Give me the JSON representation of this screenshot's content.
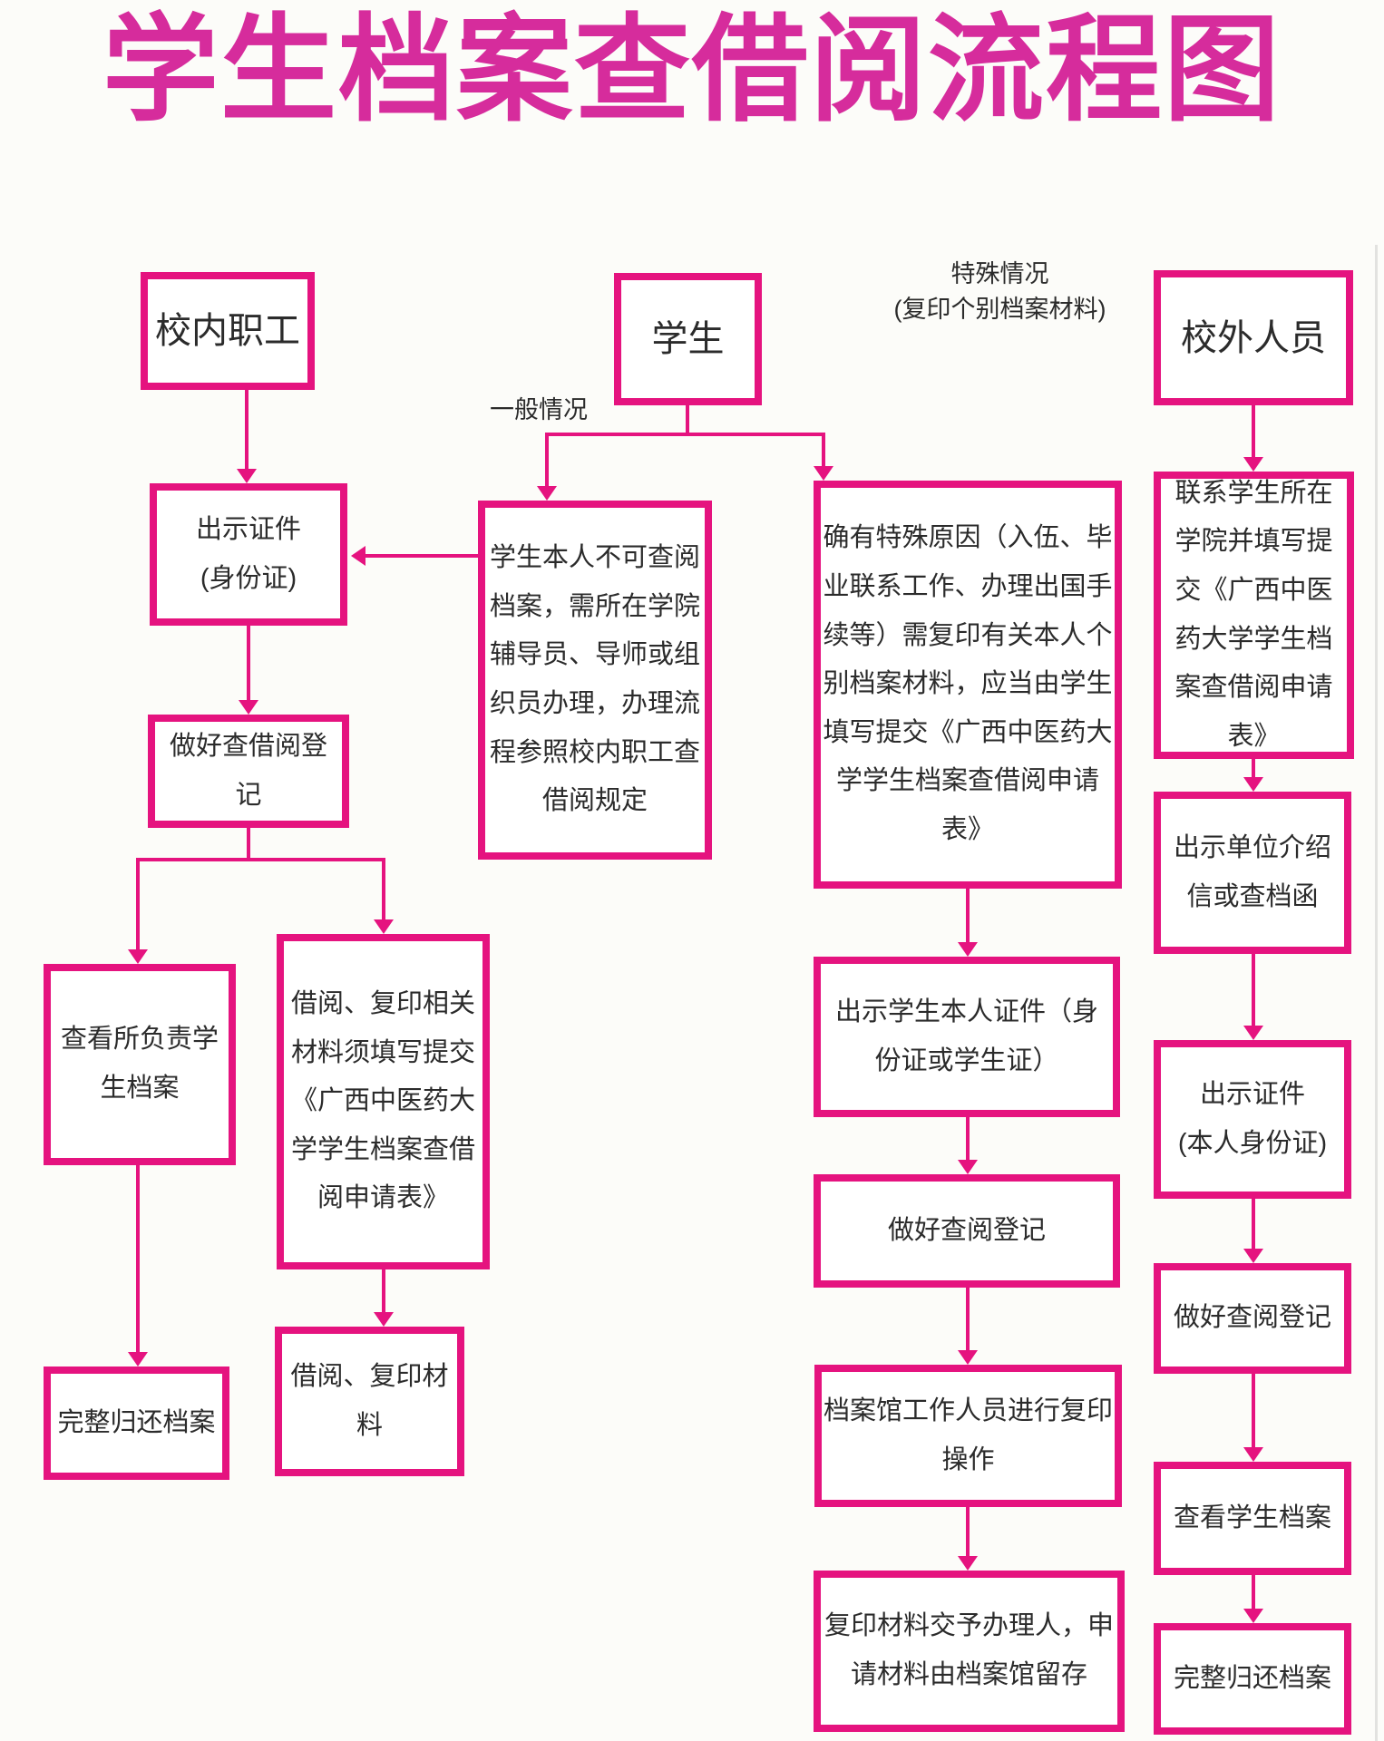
{
  "title": "学生档案查借阅流程图",
  "colors": {
    "accent": "#e5137f",
    "title_color": "#d62c9c",
    "text": "#2b2b2b",
    "background": "#fcfcf9"
  },
  "branch_labels": {
    "general": "一般情况",
    "special": "特殊情况\n(复印个别档案材料)"
  },
  "nodes": {
    "staff_entry": {
      "label": "校内职工"
    },
    "staff_show_id": {
      "label": "出示证件\n(身份证)"
    },
    "staff_register": {
      "label": "做好查借阅登记"
    },
    "staff_view_files": {
      "label": "查看所负责学生档案"
    },
    "staff_return_files": {
      "label": "完整归还档案"
    },
    "staff_borrow_form": {
      "label": "借阅、复印相关材料须填写提交《广西中医药大学学生档案查借阅申请表》"
    },
    "staff_borrow_copy": {
      "label": "借阅、复印材料"
    },
    "student_entry": {
      "label": "学生"
    },
    "student_general_note": {
      "label": "学生本人不可查阅档案，需所在学院辅导员、导师或组织员办理，办理流程参照校内职工查借阅规定"
    },
    "student_special_note": {
      "label": "确有特殊原因（入伍、毕业联系工作、办理出国手续等）需复印有关本人个别档案材料，应当由学生填写提交《广西中医药大学学生档案查借阅申请表》"
    },
    "student_show_id": {
      "label": "出示学生本人证件（身份证或学生证）"
    },
    "student_register": {
      "label": "做好查阅登记"
    },
    "archive_copy": {
      "label": "档案馆工作人员进行复印操作"
    },
    "copy_handover": {
      "label": "复印材料交予办理人，申请材料由档案馆留存"
    },
    "outsider_entry": {
      "label": "校外人员"
    },
    "outsider_contact": {
      "label": "联系学生所在学院并填写提交《广西中医药大学学生档案查借阅申请表》"
    },
    "outsider_letter": {
      "label": "出示单位介绍信或查档函"
    },
    "outsider_show_id": {
      "label": "出示证件\n(本人身份证)"
    },
    "outsider_register": {
      "label": "做好查阅登记"
    },
    "outsider_view_files": {
      "label": "查看学生档案"
    },
    "outsider_return_files": {
      "label": "完整归还档案"
    }
  }
}
